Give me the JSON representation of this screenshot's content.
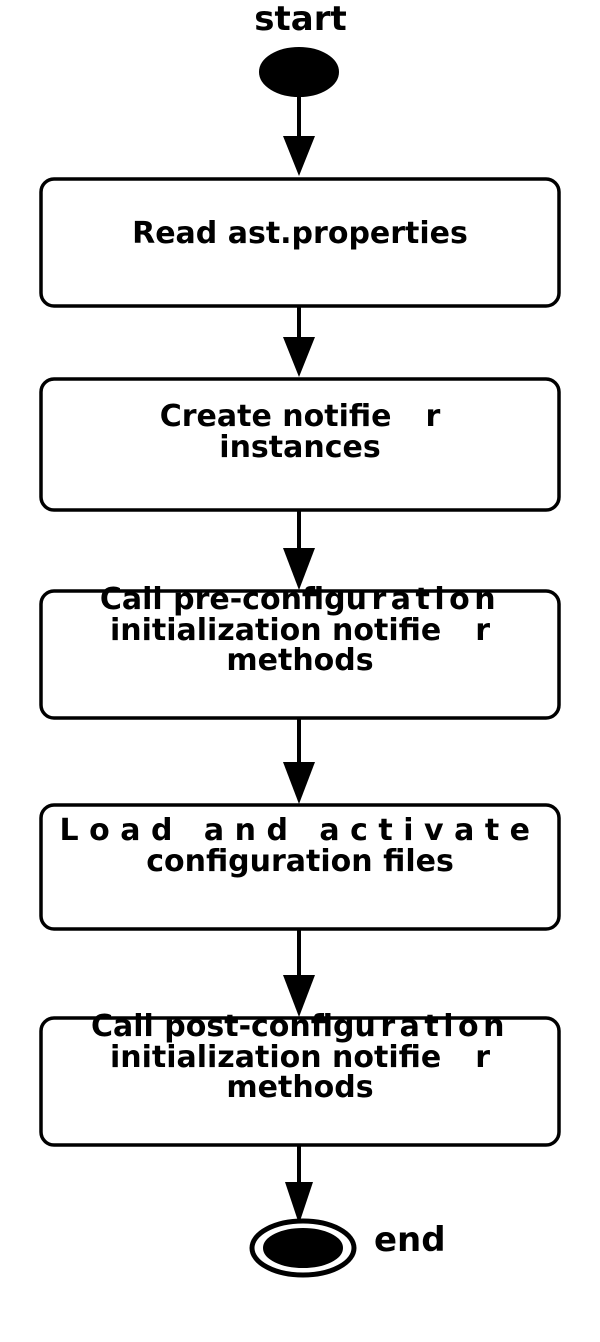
{
  "diagram": {
    "type": "activity-flowchart",
    "title_visible": false,
    "background_color": "#ffffff",
    "stroke_color": "#000000",
    "fill_color": "#ffffff",
    "start": {
      "label": "start",
      "shape": "filled-ellipse"
    },
    "end": {
      "label": "end",
      "shape": "filled-ellipse-in-ring"
    },
    "steps": [
      {
        "id": "step-1",
        "shape": "rounded-rectangle",
        "lines": [
          "Read ast.properties"
        ]
      },
      {
        "id": "step-2",
        "shape": "rounded-rectangle",
        "lines": [
          "Create notifie",
          "r",
          "instances"
        ],
        "text": "Create notifier instances"
      },
      {
        "id": "step-3",
        "shape": "rounded-rectangle",
        "lines": [
          "Call pre-config",
          "u r a t i o n",
          "initialization notifie",
          "r",
          "methods"
        ],
        "text": "Call pre-configuration initialization notifier methods"
      },
      {
        "id": "step-4",
        "shape": "rounded-rectangle",
        "lines": [
          "L o a d   a n d   a c t i v a t e",
          "configuration files"
        ],
        "text": "Load and activate configuration files"
      },
      {
        "id": "step-5",
        "shape": "rounded-rectangle",
        "lines": [
          "Call post-config",
          "u r a t i o",
          "initialization notifie",
          "r",
          "methods"
        ],
        "text": "Call post-configuration initialization notifier methods"
      }
    ],
    "connectors": [
      {
        "from": "start",
        "to": "step-1",
        "arrow": "solid-triangle"
      },
      {
        "from": "step-1",
        "to": "step-2",
        "arrow": "solid-triangle"
      },
      {
        "from": "step-2",
        "to": "step-3",
        "arrow": "solid-triangle"
      },
      {
        "from": "step-3",
        "to": "step-4",
        "arrow": "solid-triangle"
      },
      {
        "from": "step-4",
        "to": "step-5",
        "arrow": "solid-triangle"
      },
      {
        "from": "step-5",
        "to": "end",
        "arrow": "solid-triangle"
      }
    ],
    "text_fragments": {
      "s1_l1": "Read ast.properties",
      "s2_l1a": "Create notifie",
      "s2_l1b": "r",
      "s2_l2": "instances",
      "s3_l1a": "Call pre-config",
      "s3_l1b": "uration",
      "s3_l2a": "initialization notifie",
      "s3_l2b": "r",
      "s3_l3": "methods",
      "s4_l1": "Load and activate",
      "s4_l2": "configuration files",
      "s5_l1a": "Call post-config",
      "s5_l1b": "uration",
      "s5_l2a": "initialization notifie",
      "s5_l2b": "r",
      "s5_l3": "methods"
    }
  }
}
